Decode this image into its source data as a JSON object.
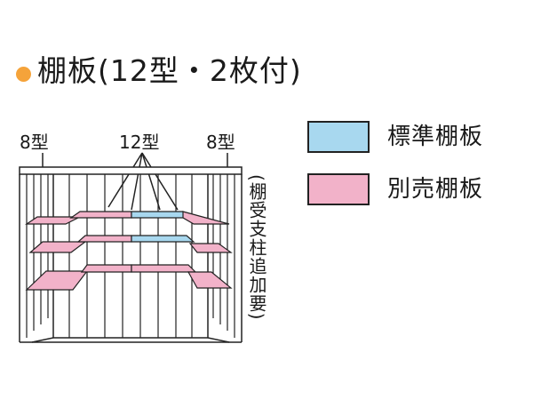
{
  "title": "棚板(12型・2枚付)",
  "labels": {
    "left_model": "8型",
    "center_model": "12型",
    "right_model": "8型",
    "side_note": "(棚受支柱追加要)"
  },
  "legend": [
    {
      "label": "標準棚板",
      "color": "#a8d8ef"
    },
    {
      "label": "別売棚板",
      "color": "#f2b2c9"
    }
  ],
  "colors": {
    "accent_dot": "#f5a33a",
    "standard_shelf": "#a8d8ef",
    "option_shelf": "#f2b2c9",
    "line": "#222222"
  }
}
